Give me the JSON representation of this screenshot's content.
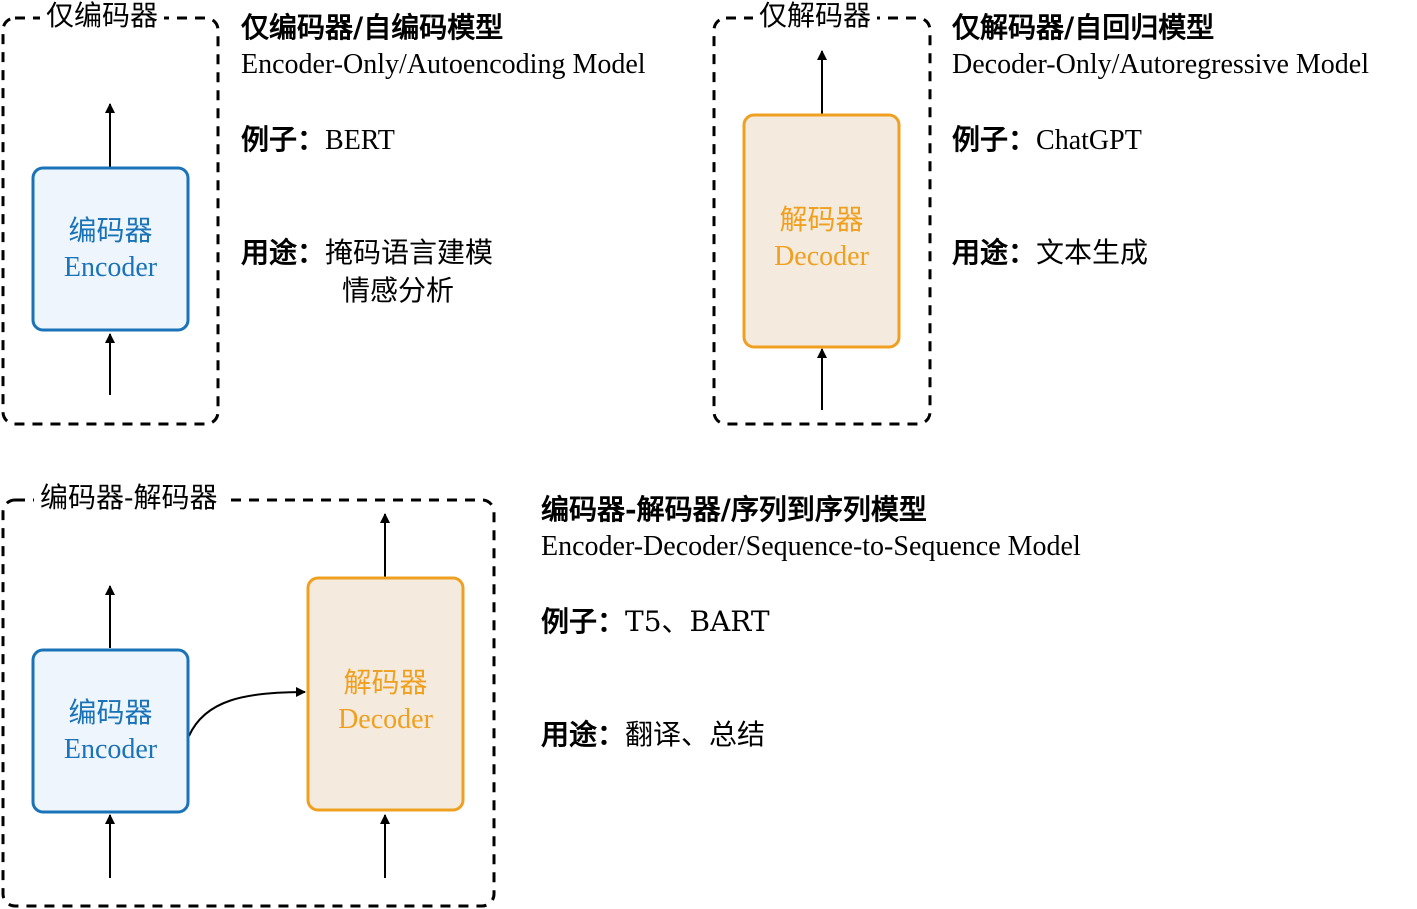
{
  "encoder_only": {
    "frame_label": "仅编码器",
    "title": "仅编码器/自编码模型",
    "subtitle": "Encoder-Only/Autoencoding Model",
    "example_label": "例子：",
    "example_value": "BERT",
    "usage_label": "用途：",
    "usage_line1": "掩码语言建模",
    "usage_line2": "情感分析",
    "block_cn": "编码器",
    "block_en": "Encoder"
  },
  "decoder_only": {
    "frame_label": "仅解码器",
    "title": "仅解码器/自回归模型",
    "subtitle": "Decoder-Only/Autoregressive Model",
    "example_label": "例子：",
    "example_value": "ChatGPT",
    "usage_label": "用途：",
    "usage_line1": "文本生成",
    "block_cn": "解码器",
    "block_en": "Decoder"
  },
  "encoder_decoder": {
    "frame_label": "编码器-解码器",
    "title": "编码器-解码器/序列到序列模型",
    "subtitle": "Encoder-Decoder/Sequence-to-Sequence Model",
    "example_label": "例子：",
    "example_value": "T5、BART",
    "usage_label": "用途：",
    "usage_line1": "翻译、总结",
    "enc_block_cn": "编码器",
    "enc_block_en": "Encoder",
    "dec_block_cn": "解码器",
    "dec_block_en": "Decoder"
  },
  "colors": {
    "encoder_border": "#1a73b8",
    "encoder_fill": "#eef5fc",
    "encoder_text": "#1a73b8",
    "decoder_border": "#f0a020",
    "decoder_fill": "#f4ebde",
    "decoder_text": "#f0a020",
    "frame_stroke": "#000000"
  }
}
